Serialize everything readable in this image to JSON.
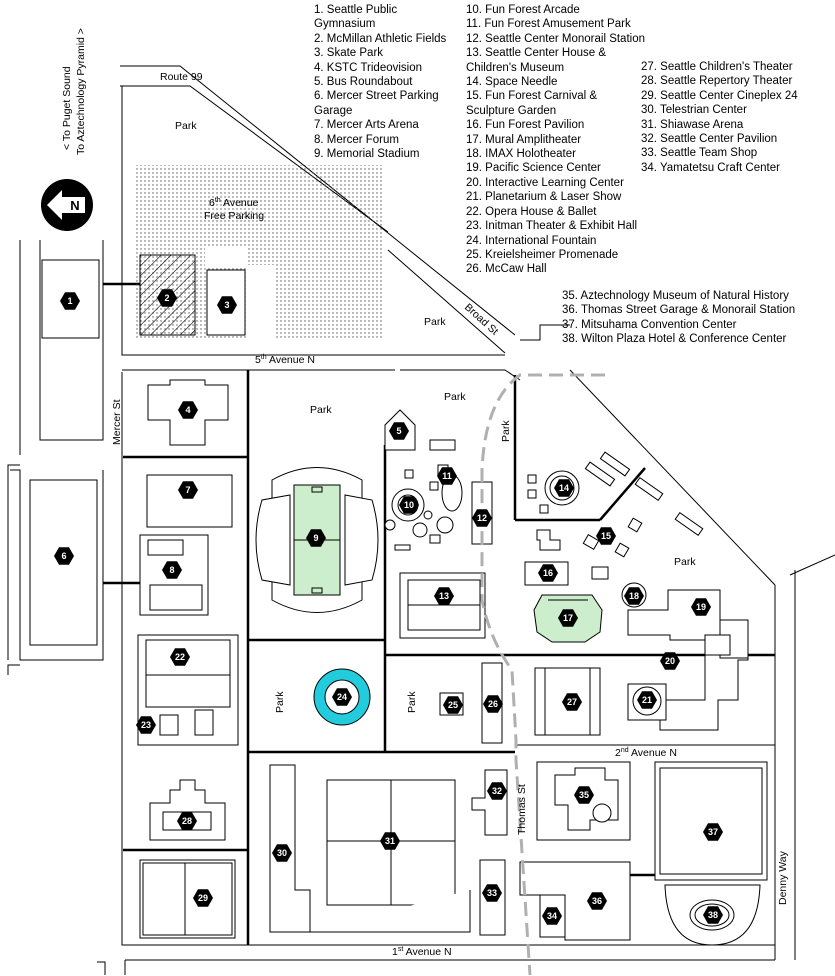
{
  "legend": {
    "col1": [
      "1.  Seattle Public",
      "Gymnasium",
      "2.  McMillan Athletic Fields",
      "3.  Skate Park",
      "4.  KSTC Trideovision",
      "5.  Bus Roundabout",
      "6.  Mercer Street Parking",
      "Garage",
      "7.  Mercer Arts Arena",
      "8.  Mercer Forum",
      "9.  Memorial Stadium"
    ],
    "col2": [
      "10. Fun Forest Arcade",
      "11. Fun Forest Amusement Park",
      "12. Seattle Center Monorail Station",
      "13. Seattle Center House &",
      "Children's Museum",
      "14. Space Needle",
      "15. Fun Forest Carnival &",
      "Sculpture Garden",
      "16. Fun Forest Pavilion",
      "17. Mural Amplitheater",
      "18. IMAX Holotheater",
      "19. Pacific Science Center",
      "20. Interactive Learning Center",
      "21. Planetarium & Laser Show",
      "22. Opera House & Ballet",
      "23. Initman Theater & Exhibit Hall",
      "24. International Fountain",
      "25. Kreielsheimer Promenade",
      "26. McCaw Hall"
    ],
    "col3": [
      "27. Seattle Children's Theater",
      "28. Seattle Repertory Theater",
      "29. Seattle Center Cineplex 24",
      "30. Telestrian Center",
      "31. Shiawase Arena",
      "32. Seattle Center Pavilion",
      "33. Seattle Team Shop",
      "34. Yamatetsu Craft Center"
    ],
    "col4": [
      "35. Aztechnology Museum of Natural History",
      "36. Thomas Street Garage & Monorail Station",
      "37. Mitsuhama Convention Center",
      "38. Wilton Plaza Hotel & Conference Center"
    ]
  },
  "streets": {
    "route99": "Route 99",
    "fifth_ave": "5",
    "fifth_ave_sup": "th",
    "fifth_ave_rest": " Avenue N",
    "sixth_ave_a": "6",
    "sixth_ave_sup": "th",
    "sixth_ave_b": " Avenue",
    "free_parking": "Free Parking",
    "broad": "Broad St",
    "mercer": "Mercer St",
    "thomas": "Thomas St",
    "second_ave": "2",
    "second_ave_sup": "nd",
    "second_ave_rest": " Avenue N",
    "first_ave": "1",
    "first_ave_sup": "st",
    "first_ave_rest": " Avenue N",
    "denny": "Denny Way",
    "to_sound": "< To Puget Sound",
    "to_pyramid": "To Aztechnology Pyramid >"
  },
  "park_label": "Park",
  "compass": "N",
  "markers": [
    "1",
    "2",
    "3",
    "4",
    "5",
    "6",
    "7",
    "8",
    "9",
    "10",
    "11",
    "12",
    "13",
    "14",
    "15",
    "16",
    "17",
    "18",
    "19",
    "20",
    "21",
    "22",
    "23",
    "24",
    "25",
    "26",
    "27",
    "28",
    "29",
    "30",
    "31",
    "32",
    "33",
    "34",
    "35",
    "36",
    "37",
    "38"
  ],
  "colors": {
    "stadium_field": "#cceecc",
    "fountain": "#22ccdd",
    "amphitheater": "#cceecc",
    "monorail": "#b0b0b0",
    "marker": "#000000"
  }
}
